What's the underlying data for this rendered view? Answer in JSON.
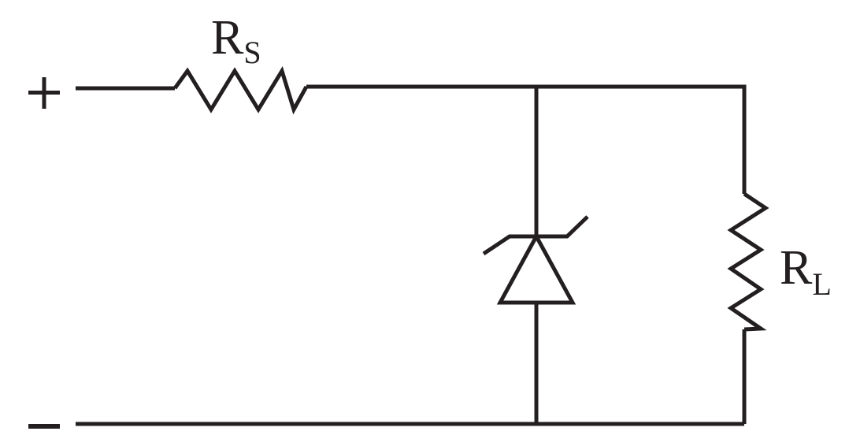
{
  "diagram": {
    "terminals": {
      "positive": "+",
      "negative": "−"
    },
    "series_resistor": {
      "label": "R",
      "subscript": "S"
    },
    "load_resistor": {
      "label": "R",
      "subscript": "L"
    },
    "zener_diode": {
      "icon": "zener-diode-icon"
    },
    "colors": {
      "ink": "#231f20",
      "background": "#ffffff"
    }
  }
}
